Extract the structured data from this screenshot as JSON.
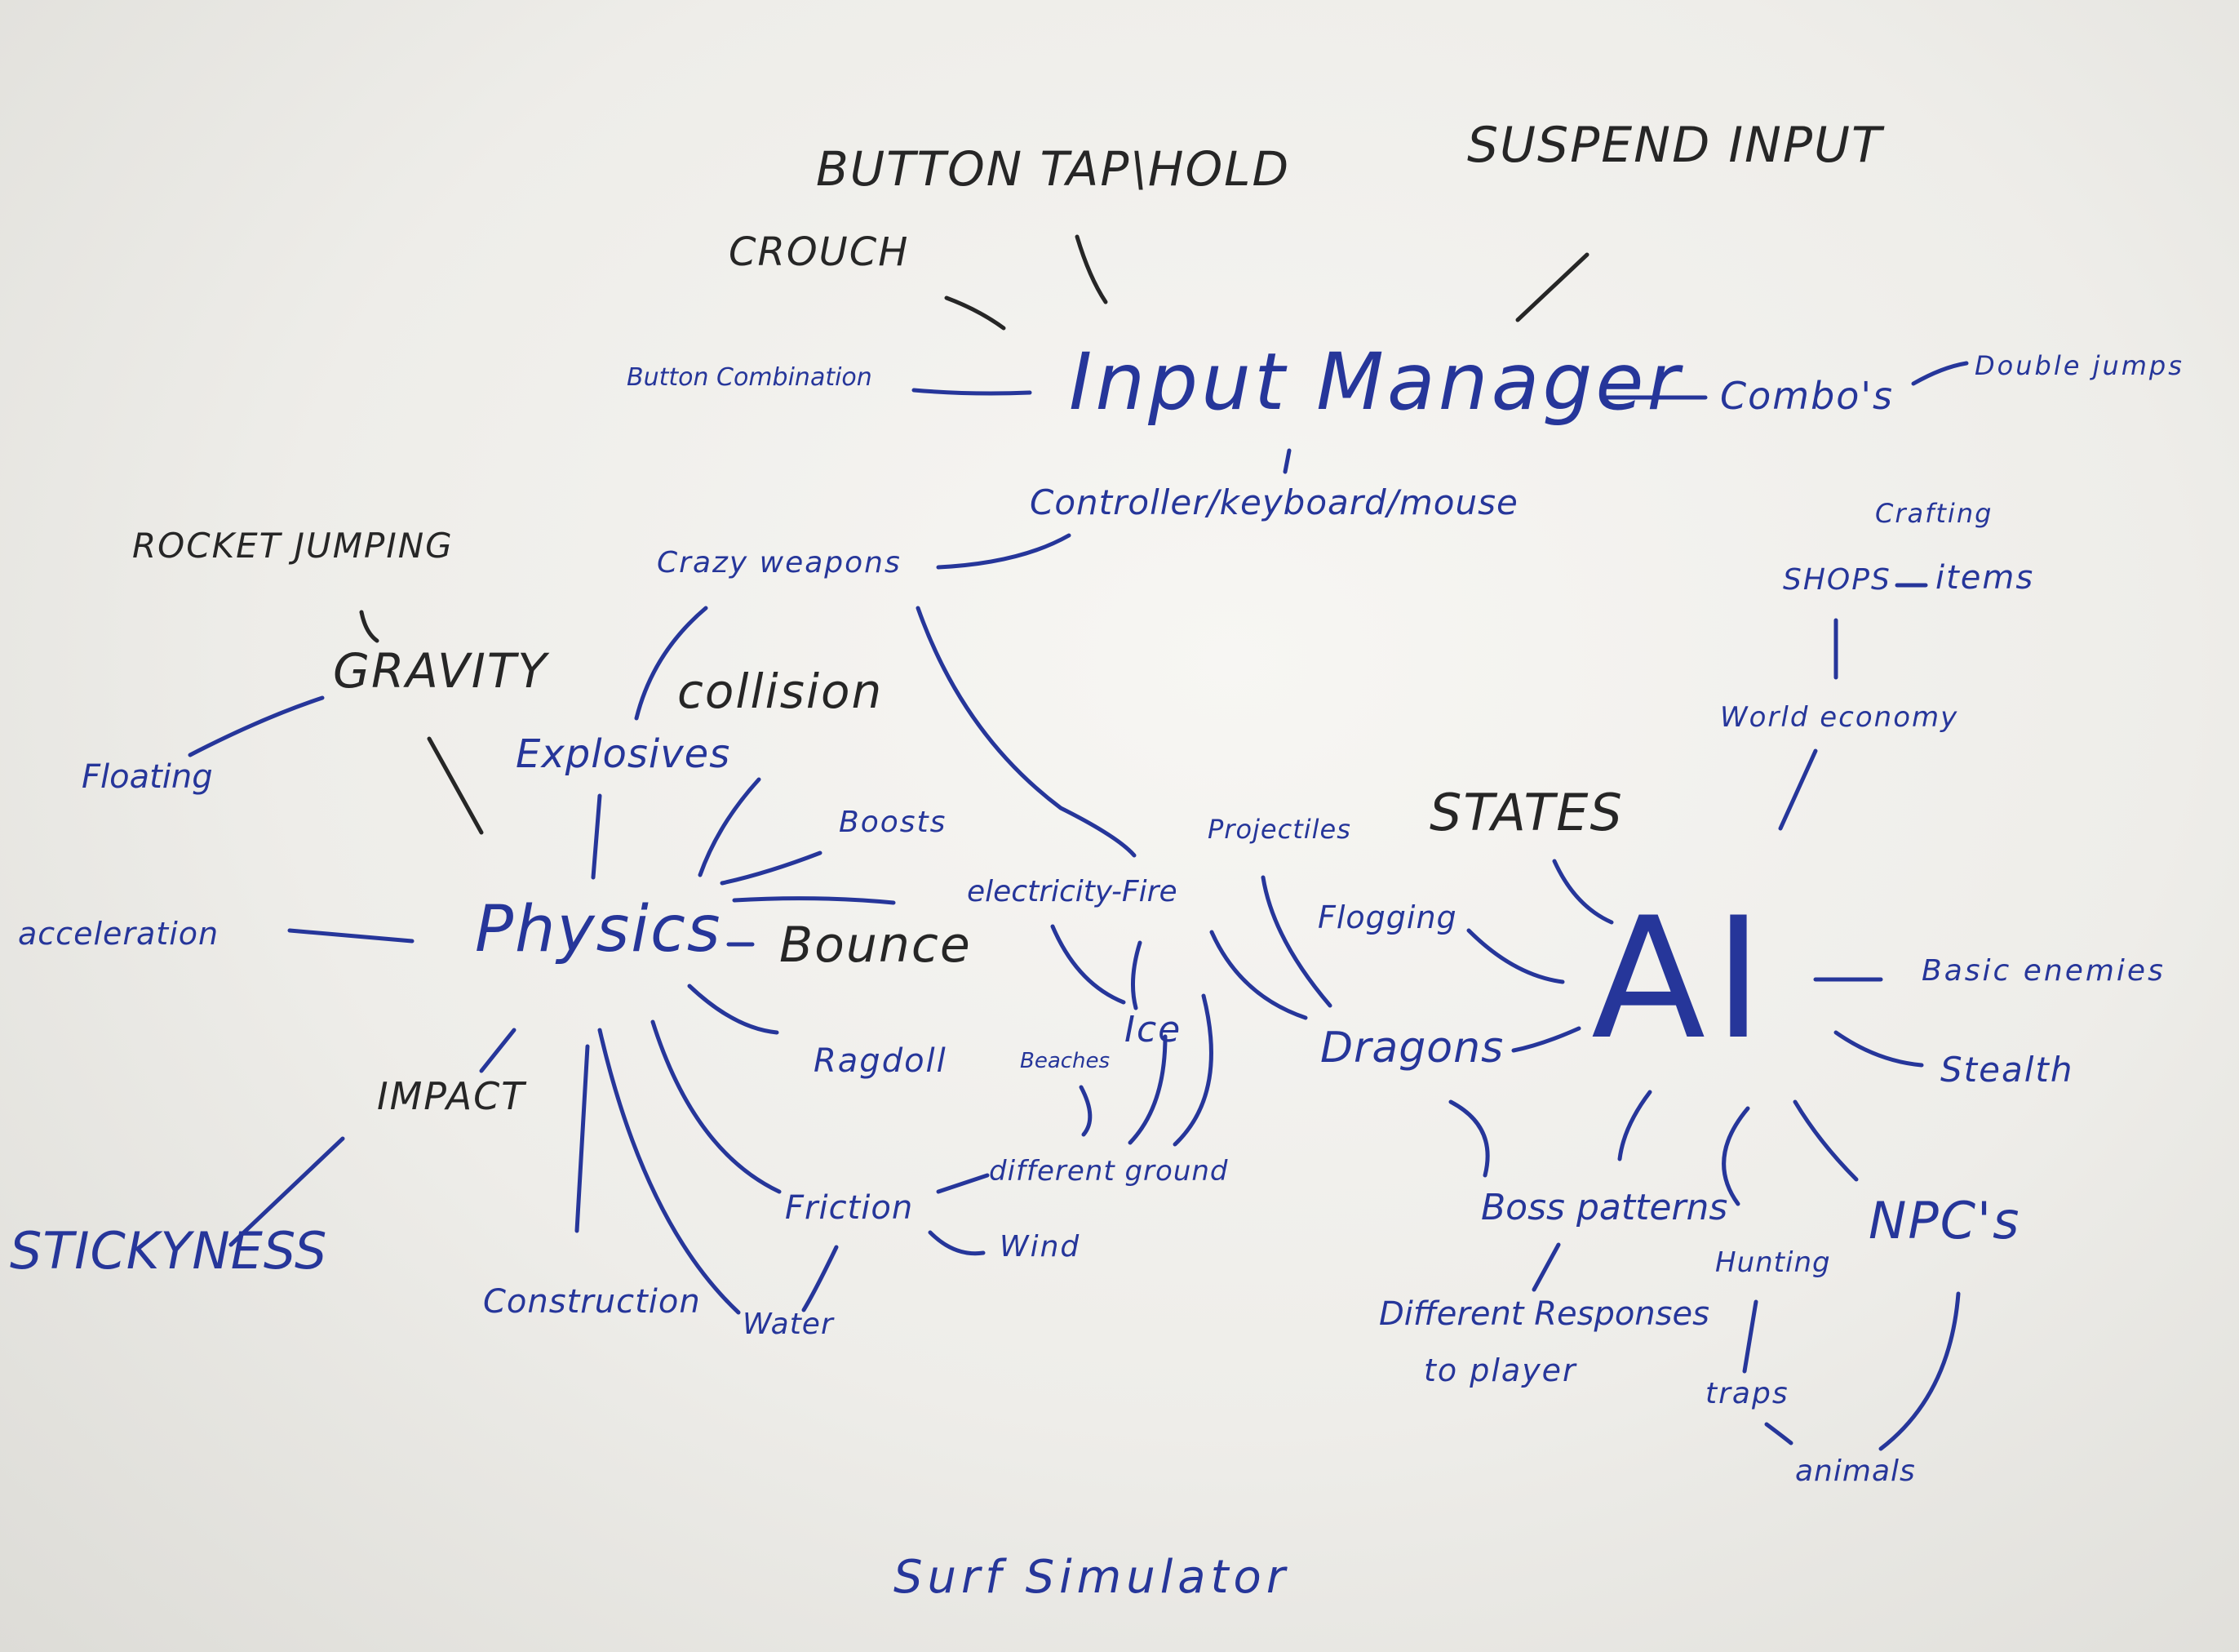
{
  "ink": {
    "blue": "#26369a",
    "black": "#262626"
  },
  "words": {
    "button_tap_hold": "BUTTON TAP\\HOLD",
    "suspend_input": "SUSPEND INPUT",
    "crouch": "CROUCH",
    "button_combination": "Button Combination",
    "input_manager": "Input Manager",
    "combos": "Combo's",
    "double_jumps": "Double jumps",
    "controller_keyboard_mouse": "Controller/keyboard/mouse",
    "crafting": "Crafting",
    "shops": "SHOPS",
    "items": "items",
    "rocket_jumping": "ROCKET JUMPING",
    "crazy_weapons": "Crazy weapons",
    "gravity": "GRAVITY",
    "collision": "collision",
    "explosives": "Explosives",
    "world_economy": "World economy",
    "floating": "Floating",
    "boosts": "Boosts",
    "projectiles": "Projectiles",
    "states": "STATES",
    "electricity_fire": "electricity-Fire",
    "acceleration": "acceleration",
    "physics": "Physics",
    "bounce": "Bounce",
    "flogging": "Flogging",
    "ai": "AI",
    "basic_enemies": "Basic enemies",
    "ragdoll": "Ragdoll",
    "beaches": "Beaches",
    "ice": "Ice",
    "dragons": "Dragons",
    "stealth": "Stealth",
    "impact": "IMPACT",
    "different_ground": "different ground",
    "boss_patterns": "Boss patterns",
    "friction": "Friction",
    "npcs": "NPC's",
    "wind": "Wind",
    "hunting": "Hunting",
    "stickyness": "STICKYNESS",
    "construction": "Construction",
    "water": "Water",
    "different_responses": "Different Responses",
    "to_player": "to player",
    "traps": "traps",
    "animals": "animals",
    "surf_simulator": "Surf Simulator"
  }
}
